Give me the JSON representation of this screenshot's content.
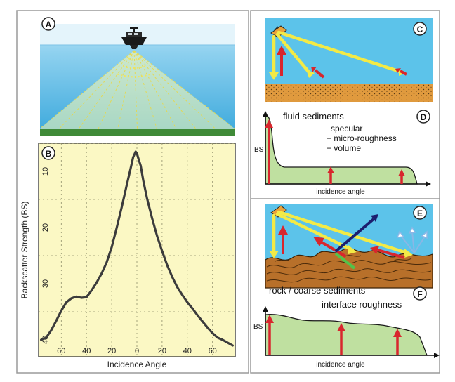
{
  "panels": {
    "a": {
      "letter": "A"
    },
    "b": {
      "letter": "B",
      "ylabel": "Backscatter Strength (BS)",
      "xlabel": "Incidence Angle"
    },
    "c": {
      "letter": "C"
    },
    "d": {
      "letter": "D",
      "title": "fluid sediments",
      "lines": [
        "specular",
        "+ micro-roughness",
        "+ volume"
      ],
      "ylabel": "BS",
      "xlabel": "incidence angle"
    },
    "e": {
      "letter": "E"
    },
    "f": {
      "letter": "F",
      "title": "rock / coarse sediments",
      "subtitle": "interface roughness",
      "ylabel": "BS",
      "xlabel": "incidence angle"
    }
  },
  "chart_data": {
    "type": "line",
    "x_tick_labels": [
      "60",
      "40",
      "20",
      "0",
      "20",
      "40",
      "60"
    ],
    "y_tick_labels": [
      "10",
      "20",
      "30",
      "40"
    ],
    "ylim": [
      43,
      5
    ],
    "xlim": [
      -78,
      78
    ],
    "y_inverted": true,
    "grid": true,
    "series": [
      {
        "x": [
          -76,
          -72,
          -68,
          -64,
          -60,
          -56,
          -52,
          -48,
          -44,
          -40,
          -36,
          -32,
          -28,
          -24,
          -20,
          -16,
          -12,
          -8,
          -5,
          -3,
          -1,
          0,
          1,
          3,
          5,
          8,
          12,
          16,
          20,
          24,
          28,
          32,
          36,
          40,
          44,
          48,
          52,
          56,
          60,
          64,
          68,
          72,
          76
        ],
        "y": [
          40.0,
          39.6,
          38.3,
          36.6,
          34.8,
          33.3,
          32.6,
          32.3,
          32.5,
          32.4,
          31.2,
          29.8,
          28.2,
          26.2,
          23.5,
          20.0,
          16.3,
          12.4,
          9.5,
          7.5,
          6.5,
          6.8,
          7.6,
          9.0,
          11.6,
          14.8,
          18.3,
          21.5,
          24.2,
          26.7,
          28.8,
          30.6,
          32.0,
          33.3,
          34.4,
          35.6,
          36.7,
          37.8,
          38.8,
          39.6,
          40.0,
          40.5,
          41.0
        ]
      }
    ]
  }
}
